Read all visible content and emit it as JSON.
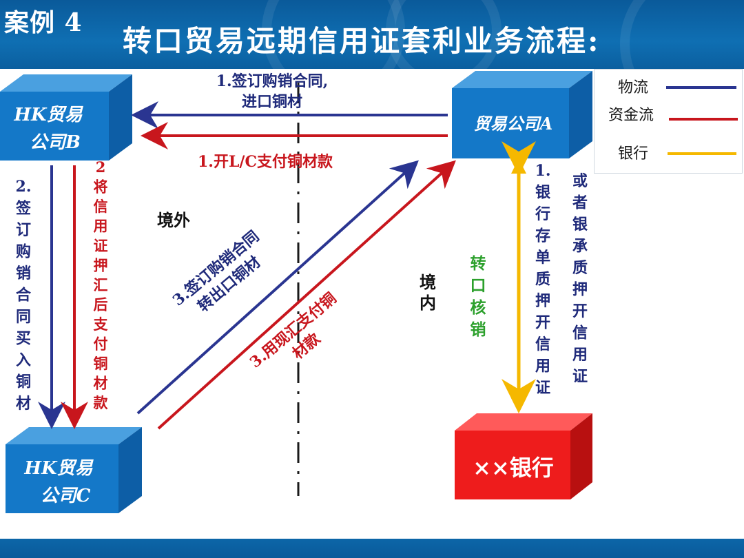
{
  "header": {
    "case_label": "案例 4",
    "title": "转口贸易远期信用证套利业务流程:"
  },
  "colors": {
    "box_blue": "#1478c8",
    "box_blue_top": "#4aa0e0",
    "box_blue_side": "#0d5ea6",
    "bank_red": "#ee1c1c",
    "bank_red_top": "#ff5a5a",
    "bank_red_side": "#b81010",
    "logistics": "#2a3591",
    "money": "#c8161d",
    "bank_line": "#f5b800",
    "green_text": "#2ca02c"
  },
  "nodes": {
    "hk_b": {
      "line1": "HK贸易",
      "line2": "公司B"
    },
    "company_a": {
      "label": "贸易公司A"
    },
    "hk_c": {
      "line1": "HK贸易",
      "line2": "公司C"
    },
    "bank": {
      "label": "××银行"
    }
  },
  "legend": {
    "logistics": "物流",
    "money_flow": "资金流",
    "bank": "银行"
  },
  "labels": {
    "step1_contract": {
      "line1": "1.签订购销合同,",
      "line2": "进口铜材"
    },
    "step1_lc": "1.开L/C支付铜材款",
    "step2_contract": [
      "2.",
      "签",
      "订",
      "购",
      "销",
      "合",
      "同",
      "买",
      "入",
      "铜",
      "材"
    ],
    "step2_pay": [
      "2",
      "将",
      "信",
      "用",
      "证",
      "押",
      "汇",
      "后",
      "支",
      "付",
      "铜",
      "材",
      "款"
    ],
    "abroad": "境外",
    "domestic": [
      "境",
      "内"
    ],
    "step3_contract": {
      "line1": "3.签订购销合同",
      "line2": "转出口铜材"
    },
    "step3_pay": {
      "line1": "3.用现汇支付铜",
      "line2": "材款"
    },
    "reexport": [
      "转",
      "口",
      "核",
      "销"
    ],
    "step1_bank": [
      "1.",
      "银",
      "行",
      "存",
      "单",
      "质",
      "押",
      "开",
      "信",
      "用",
      "证"
    ],
    "or_bank": [
      "或",
      "者",
      "银",
      "承",
      "质",
      "押",
      "开",
      "信",
      "用",
      "证"
    ]
  }
}
